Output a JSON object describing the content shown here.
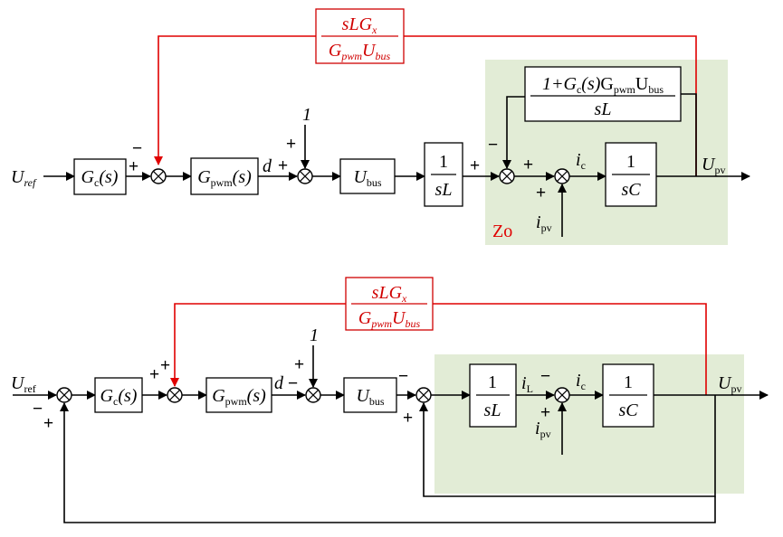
{
  "top": {
    "feedback_block": {
      "num": "sLG",
      "num_sub": "x",
      "den_a": "G",
      "den_a_sub": "pwm",
      "den_b": "U",
      "den_b_sub": "bus"
    },
    "zo_feedback_block": {
      "prefix": "1+",
      "gc": "G",
      "gc_sub": "c",
      "gc_arg": "(s)",
      "g": "G",
      "g_sub": "pwm",
      "u": "U",
      "u_sub": "bus",
      "den": "sL"
    },
    "input": {
      "u": "U",
      "sub": "ref"
    },
    "gc_block": {
      "g": "G",
      "sub": "c",
      "arg": "(s)"
    },
    "gpwm_block": {
      "g": "G",
      "sub": "pwm",
      "arg": "(s)"
    },
    "ubus_block": {
      "u": "U",
      "sub": "bus"
    },
    "inductor_block": {
      "num": "1",
      "den": "sL"
    },
    "cap_block": {
      "num": "1",
      "den": "sC"
    },
    "d_label": "d",
    "one_label": "1",
    "ic_label": "i",
    "ic_sub": "c",
    "ipv_label": "i",
    "ipv_sub": "pv",
    "output": {
      "u": "U",
      "sub": "pv"
    },
    "zo_label": "Zo",
    "signs": {
      "s1_minus": "−",
      "s1_plus": "+",
      "s2_plus_left": "+",
      "s2_plus_top": "+",
      "s3_plus": "+",
      "s3_minus": "−",
      "s4_plus_left": "+",
      "s4_plus_bottom": "+"
    }
  },
  "bottom": {
    "feedback_block": {
      "num": "sLG",
      "num_sub": "x",
      "den_a": "G",
      "den_a_sub": "pwm",
      "den_b": "U",
      "den_b_sub": "bus"
    },
    "input": {
      "u": "U",
      "sub": "ref"
    },
    "gc_block": {
      "g": "G",
      "sub": "c",
      "arg": "(s)"
    },
    "gpwm_block": {
      "g": "G",
      "sub": "pwm",
      "arg": "(s)"
    },
    "ubus_block": {
      "u": "U",
      "sub": "bus"
    },
    "inductor_block": {
      "num": "1",
      "den": "sL"
    },
    "cap_block": {
      "num": "1",
      "den": "sC"
    },
    "d_label": "d",
    "one_label": "1",
    "il_label": "i",
    "il_sub": "L",
    "ic_label": "i",
    "ic_sub": "c",
    "ipv_label": "i",
    "ipv_sub": "pv",
    "output": {
      "u": "U",
      "sub": "pv"
    },
    "signs": {
      "s1_minus": "−",
      "s1_plus": "+",
      "s2_plus_left": "+",
      "s2_plus_top": "+",
      "s3_minus": "−",
      "s3_plus_top": "+",
      "s4_minus": "−",
      "s4_plus": "+",
      "s5_minus": "−",
      "s5_plus": "+"
    }
  },
  "colors": {
    "feedback": "#e00000",
    "zone": "#e2ecd6",
    "line": "#000000"
  }
}
